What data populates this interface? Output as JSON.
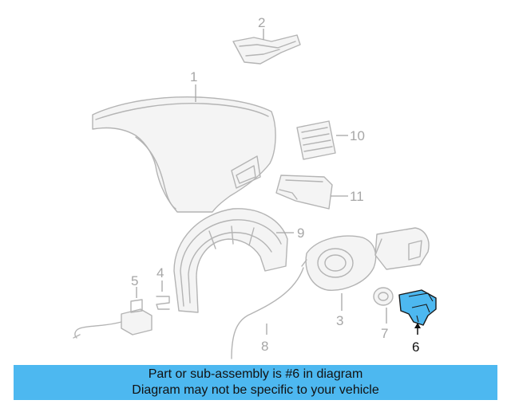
{
  "diagram": {
    "callouts": {
      "p1": "1",
      "p2": "2",
      "p3": "3",
      "p4": "4",
      "p5": "5",
      "p6": "6",
      "p7": "7",
      "p8": "8",
      "p9": "9",
      "p10": "10",
      "p11": "11"
    },
    "highlighted_part": "6",
    "colors": {
      "highlight": "#4db8f0",
      "line_art": "#b4b4b4",
      "banner": "#4db8f0"
    }
  },
  "banner": {
    "line1": "Part or sub-assembly is #6 in diagram",
    "line2": "Diagram may not be specific to your vehicle"
  }
}
